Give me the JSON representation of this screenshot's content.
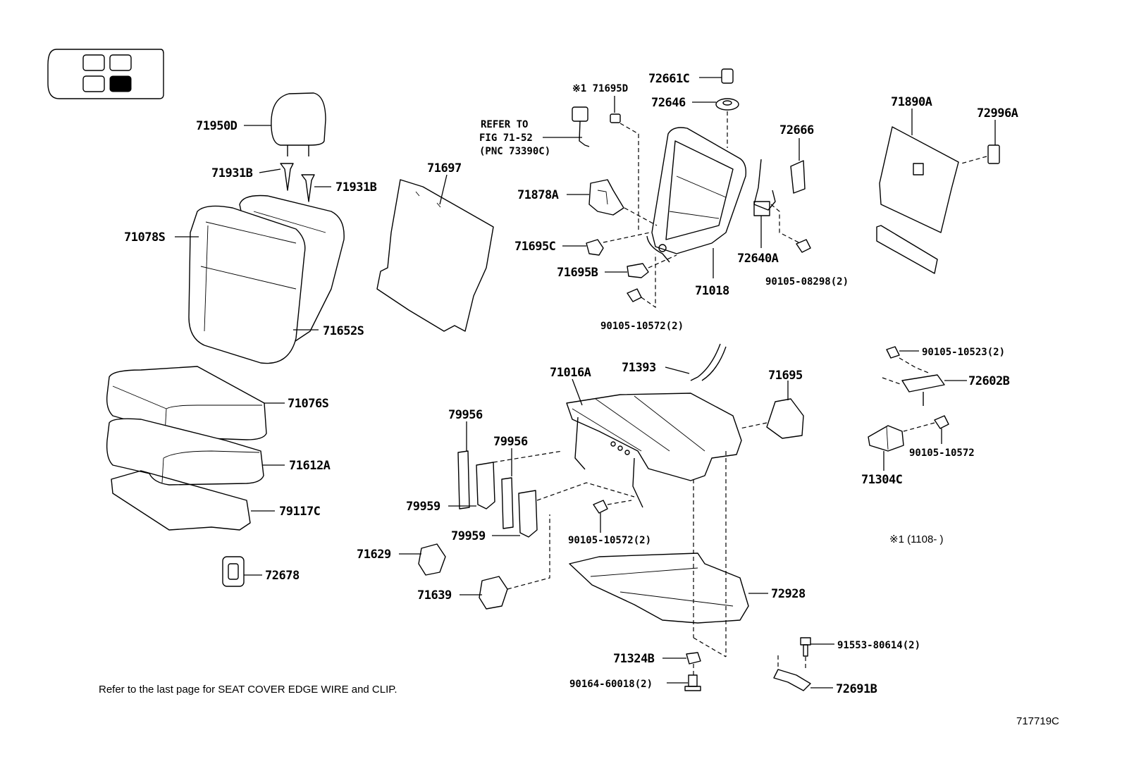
{
  "labels": {
    "p71950D": "71950D",
    "p71931B_left": "71931B",
    "p71931B_right": "71931B",
    "p71078S": "71078S",
    "p71652S": "71652S",
    "p71076S": "71076S",
    "p71612A": "71612A",
    "p79117C": "79117C",
    "p72678": "72678",
    "p71697": "71697",
    "p71695D": "※1 71695D",
    "p72661C": "72661C",
    "p72646": "72646",
    "p72666": "72666",
    "p71878A": "71878A",
    "p71695C": "71695C",
    "p71695B": "71695B",
    "p71018": "71018",
    "p72640A": "72640A",
    "p90105_08298": "90105-08298(2)",
    "p90105_10572_top": "90105-10572(2)",
    "p71890A": "71890A",
    "p72996A": "72996A",
    "p90105_10523": "90105-10523(2)",
    "p72602B": "72602B",
    "p90105_10572_right": "90105-10572",
    "p71304C": "71304C",
    "p71016A": "71016A",
    "p71393": "71393",
    "p71695": "71695",
    "p79956_a": "79956",
    "p79956_b": "79956",
    "p79959_a": "79959",
    "p79959_b": "79959",
    "p90105_10572_mid": "90105-10572(2)",
    "p71629": "71629",
    "p71639": "71639",
    "p72928": "72928",
    "p71324B": "71324B",
    "p90164_60018": "90164-60018(2)",
    "p91553_80614": "91553-80614(2)",
    "p72691B": "72691B"
  },
  "refer_note": {
    "line1": "REFER TO",
    "line2": "FIG 71-52",
    "line3": "(PNC 73390C)"
  },
  "footnote_mark": "※1 (1108-        )",
  "bottom_note": "Refer to the last page for SEAT COVER EDGE WIRE and CLIP.",
  "figure_code": "717719C"
}
